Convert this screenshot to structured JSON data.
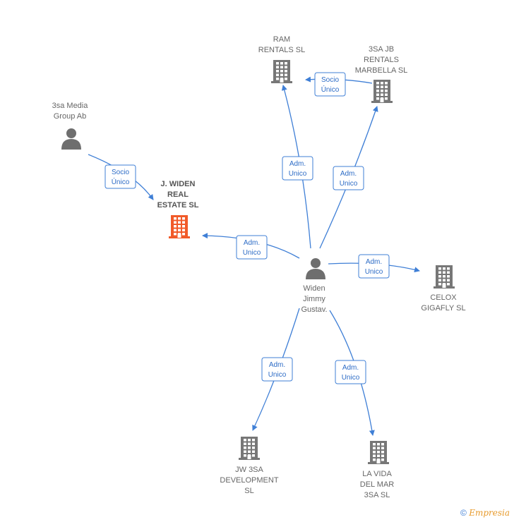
{
  "colors": {
    "edge": "#3f7fd6",
    "company": "#777777",
    "focus_company": "#f15a29",
    "person": "#6e6e6e"
  },
  "nodes": [
    {
      "id": "ram",
      "type": "company",
      "lines": [
        "RAM",
        "RENTALS  SL"
      ]
    },
    {
      "id": "jb",
      "type": "company",
      "lines": [
        "3SA JB",
        "RENTALS",
        "MARBELLA  SL"
      ]
    },
    {
      "id": "media",
      "type": "person",
      "lines": [
        "3sa Media",
        "Group Ab"
      ]
    },
    {
      "id": "widenre",
      "type": "company_focus",
      "lines": [
        "J. WIDEN",
        "REAL",
        "ESTATE  SL"
      ]
    },
    {
      "id": "jimmy",
      "type": "person",
      "lines": [
        "Widen",
        "Jimmy",
        "Gustav."
      ]
    },
    {
      "id": "celox",
      "type": "company",
      "lines": [
        "CELOX",
        "GIGAFLY  SL"
      ]
    },
    {
      "id": "jw3sa",
      "type": "company",
      "lines": [
        "JW 3SA",
        "DEVELOPMENT",
        "SL"
      ]
    },
    {
      "id": "vida",
      "type": "company",
      "lines": [
        "LA VIDA",
        "DEL MAR",
        "3SA  SL"
      ]
    }
  ],
  "edges": [
    {
      "from": "jb",
      "to": "ram",
      "label": [
        "Socio",
        "Único"
      ]
    },
    {
      "from": "media",
      "to": "widenre",
      "label": [
        "Socio",
        "Único"
      ]
    },
    {
      "from": "jimmy",
      "to": "ram",
      "label": [
        "Adm.",
        "Unico"
      ]
    },
    {
      "from": "jimmy",
      "to": "jb",
      "label": [
        "Adm.",
        "Unico"
      ]
    },
    {
      "from": "jimmy",
      "to": "widenre",
      "label": [
        "Adm.",
        "Unico"
      ]
    },
    {
      "from": "jimmy",
      "to": "celox",
      "label": [
        "Adm.",
        "Unico"
      ]
    },
    {
      "from": "jimmy",
      "to": "jw3sa",
      "label": [
        "Adm.",
        "Unico"
      ]
    },
    {
      "from": "jimmy",
      "to": "vida",
      "label": [
        "Adm.",
        "Unico"
      ]
    }
  ],
  "footer": {
    "copyright": "©",
    "brand": "Empresia"
  }
}
